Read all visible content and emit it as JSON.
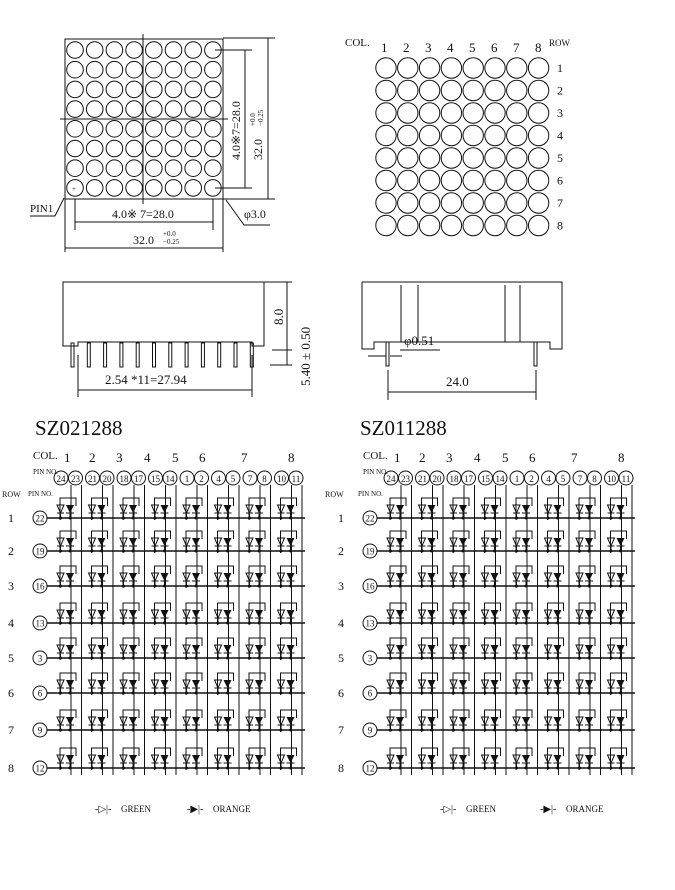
{
  "front_view": {
    "pin1_label": "PIN1",
    "pitch_dim_h": "4.0※ 7=28.0",
    "width_dim": "32.0",
    "width_tol_plus": "+0.0",
    "width_tol_minus": "−0.25",
    "pitch_dim_v": "4.0※7=28.0",
    "height_dim": "32.0",
    "height_tol_plus": "+0.0",
    "height_tol_minus": "−0.25",
    "dot_diameter": "φ3.0",
    "rows": 8,
    "cols": 8
  },
  "pinout_view": {
    "col_label": "COL.",
    "row_label": "ROW",
    "col_numbers": [
      "1",
      "2",
      "3",
      "4",
      "5",
      "6",
      "7",
      "8"
    ],
    "row_numbers": [
      "1",
      "2",
      "3",
      "4",
      "5",
      "6",
      "7",
      "8"
    ]
  },
  "side_view_left": {
    "pin_pitch_dim": "2.54 *11=27.94",
    "body_height": "8.0",
    "pin_length": "5.40 ± 0.50",
    "pin_count": 12
  },
  "side_view_right": {
    "pin_diameter": "φ0.51",
    "row_spacing": "24.0"
  },
  "schematics": [
    {
      "title": "SZ021288",
      "col_label": "COL.",
      "pin_no_label": "PIN NO.",
      "row_label": "ROW",
      "col_numbers": [
        "1",
        "2",
        "3",
        "4",
        "5",
        "6",
        "7",
        "8"
      ],
      "col_pins": [
        "24",
        "23",
        "21",
        "20",
        "18",
        "17",
        "15",
        "14",
        "1",
        "2",
        "4",
        "5",
        "7",
        "8",
        "10",
        "11"
      ],
      "row_numbers": [
        "1",
        "2",
        "3",
        "4",
        "5",
        "6",
        "7",
        "8"
      ],
      "row_pins": [
        "22",
        "19",
        "16",
        "13",
        "3",
        "6",
        "9",
        "12"
      ],
      "legend": [
        {
          "symbol": "-▷|-",
          "label": "GREEN"
        },
        {
          "symbol": "-▶|-",
          "label": "ORANGE"
        }
      ]
    },
    {
      "title": "SZ011288",
      "col_label": "COL.",
      "pin_no_label": "PIN NO.",
      "row_label": "ROW",
      "col_numbers": [
        "1",
        "2",
        "3",
        "4",
        "5",
        "6",
        "7",
        "8"
      ],
      "col_pins": [
        "24",
        "23",
        "21",
        "20",
        "18",
        "17",
        "15",
        "14",
        "1",
        "2",
        "4",
        "5",
        "7",
        "8",
        "10",
        "11"
      ],
      "row_numbers": [
        "1",
        "2",
        "3",
        "4",
        "5",
        "6",
        "7",
        "8"
      ],
      "row_pins": [
        "22",
        "19",
        "16",
        "13",
        "3",
        "6",
        "9",
        "12"
      ],
      "legend": [
        {
          "symbol": "-▷|-",
          "label": "GREEN"
        },
        {
          "symbol": "-▶|-",
          "label": "ORANGE"
        }
      ]
    }
  ]
}
